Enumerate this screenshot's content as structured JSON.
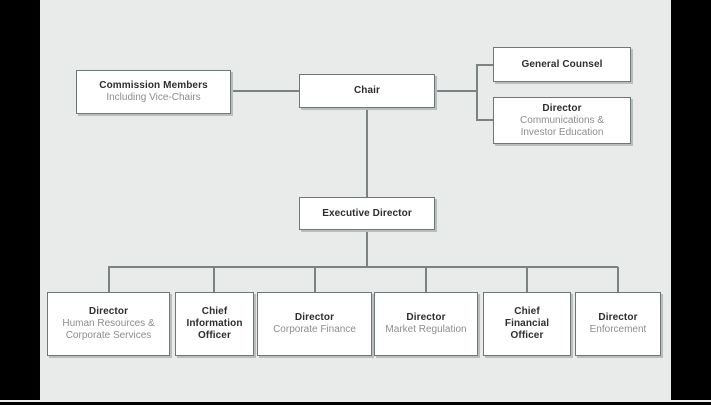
{
  "colors": {
    "background": "#e9ebeb",
    "frame": "#000000",
    "box_fill": "#ffffff",
    "box_border": "#6f7878",
    "box_shadow": "#b7bebd",
    "connector_line": "#7a8382",
    "title_text": "#2e2e2e",
    "subtitle_text": "#8d8d8d"
  },
  "org_chart": {
    "commission": {
      "title": "Commission Members",
      "subtitle": "Including Vice-Chairs"
    },
    "chair": {
      "title": "Chair"
    },
    "general_counsel": {
      "title": "General Counsel"
    },
    "communications": {
      "title": "Director",
      "subtitle_line1": "Communications &",
      "subtitle_line2": "Investor Education"
    },
    "executive_director": {
      "title": "Executive Director"
    },
    "hr": {
      "title": "Director",
      "subtitle_line1": "Human Resources &",
      "subtitle_line2": "Corporate Services"
    },
    "cio": {
      "title_line1": "Chief",
      "title_line2": "Information",
      "title_line3": "Officer"
    },
    "corporate_finance": {
      "title": "Director",
      "subtitle": "Corporate Finance"
    },
    "market_regulation": {
      "title": "Director",
      "subtitle": "Market Regulation"
    },
    "cfo": {
      "title_line1": "Chief",
      "title_line2": "Financial Officer"
    },
    "enforcement": {
      "title": "Director",
      "subtitle": "Enforcement"
    }
  }
}
